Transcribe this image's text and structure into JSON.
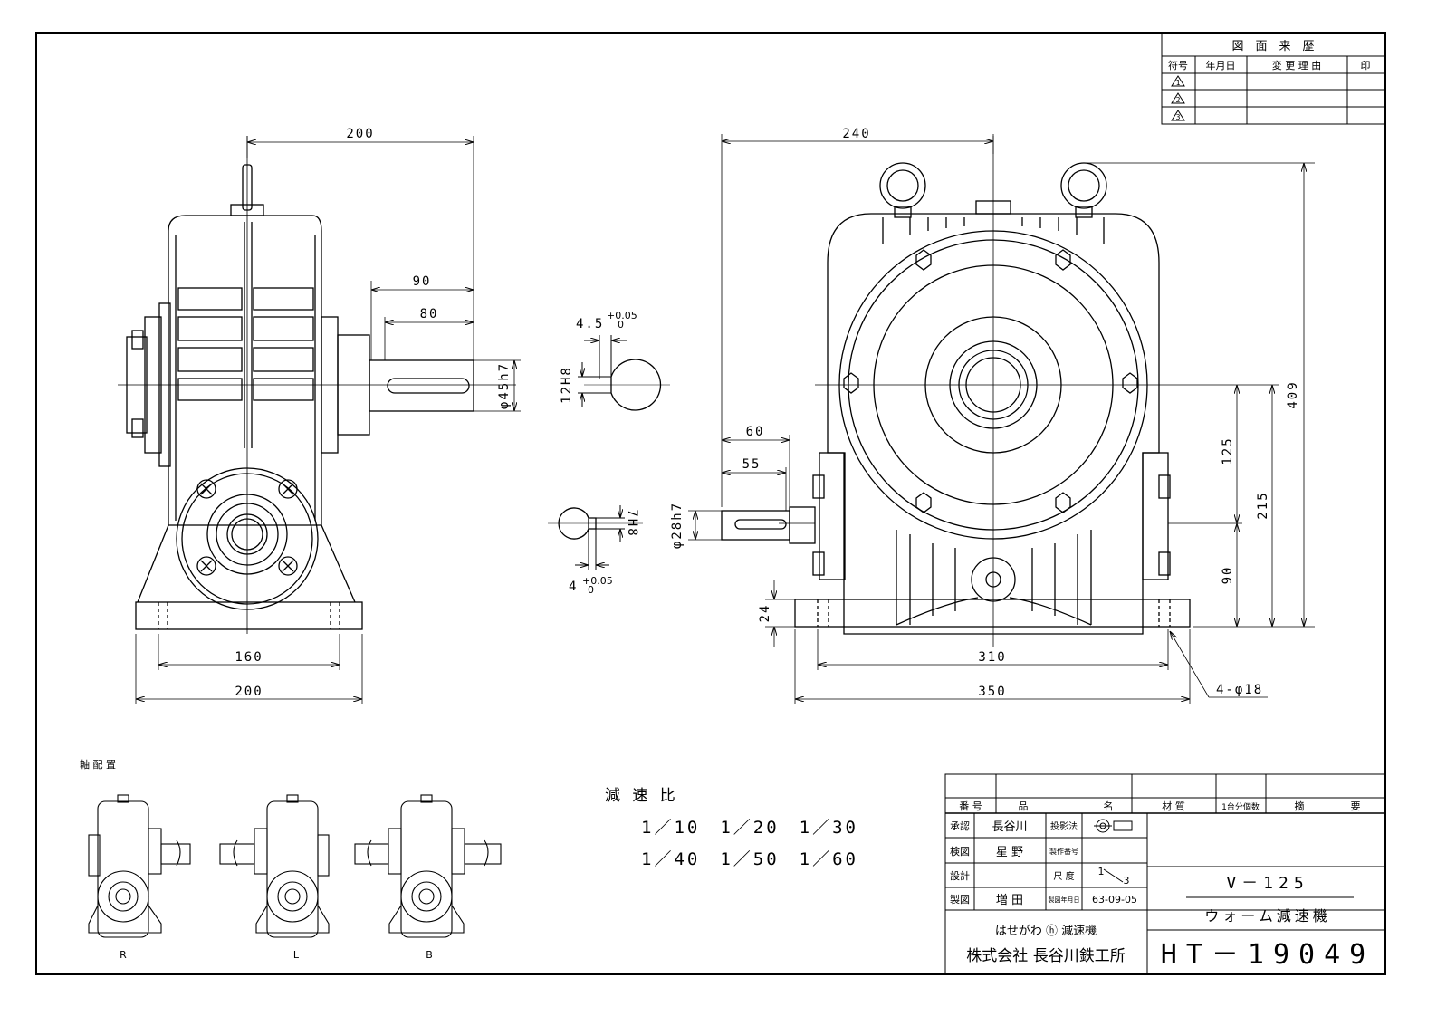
{
  "revision_table": {
    "title": "図　面　来　歴",
    "headers": [
      "符号",
      "年月日",
      "変 更 理 由",
      "印"
    ],
    "marks": [
      "1",
      "2",
      "3"
    ]
  },
  "side_view": {
    "dims": {
      "top_width": "200",
      "shaft_90": "90",
      "shaft_80": "80",
      "shaft_dia": "φ45h7",
      "base_160": "160",
      "base_200": "200"
    }
  },
  "keyway": {
    "top_width": "4.5",
    "top_tol_upper": "+0.05",
    "top_tol_lower": "0",
    "top_height": "12H8",
    "bottom_width": "4",
    "bottom_tol_upper": "+0.05",
    "bottom_tol_lower": "0",
    "bottom_height": "7H8"
  },
  "front_view": {
    "dims": {
      "width_240": "240",
      "height_409": "409",
      "h_125": "125",
      "h_215": "215",
      "h_90": "90",
      "shaft_60": "60",
      "shaft_55": "55",
      "shaft_dia": "φ28h7",
      "base_24": "24",
      "base_310": "310",
      "base_350": "350",
      "holes": "4-φ18"
    }
  },
  "arrangement": {
    "title": "軸 配 置",
    "labels": [
      "R",
      "L",
      "B"
    ]
  },
  "ratios": {
    "title": "減 速 比",
    "row1": "1／10　1／20　1／30",
    "row2": "1／40　1／50　1／60"
  },
  "title_block": {
    "col_no": "番 号",
    "col_name": "品",
    "col_name2": "名",
    "col_material": "材 質",
    "col_qty": "1台分個数",
    "col_remarks": "摘",
    "col_remarks2": "要",
    "approved_label": "承認",
    "approved_name": "長谷川",
    "checked_label": "検図",
    "checked_name": "星 野",
    "designed_label": "設計",
    "drawn_label": "製図",
    "drawn_name": "増 田",
    "projection_label": "投影法",
    "work_no_label": "製作番号",
    "scale_label": "尺 度",
    "scale_num": "1",
    "scale_den": "3",
    "date_label": "製図年月日",
    "date_value": "63-09-05",
    "brand": "はせがわ ⓗ 減速機",
    "company": "株式会社 長谷川鉄工所",
    "model": "V－125",
    "product": "ウォーム減速機",
    "drawing_no": "HT－19049"
  }
}
